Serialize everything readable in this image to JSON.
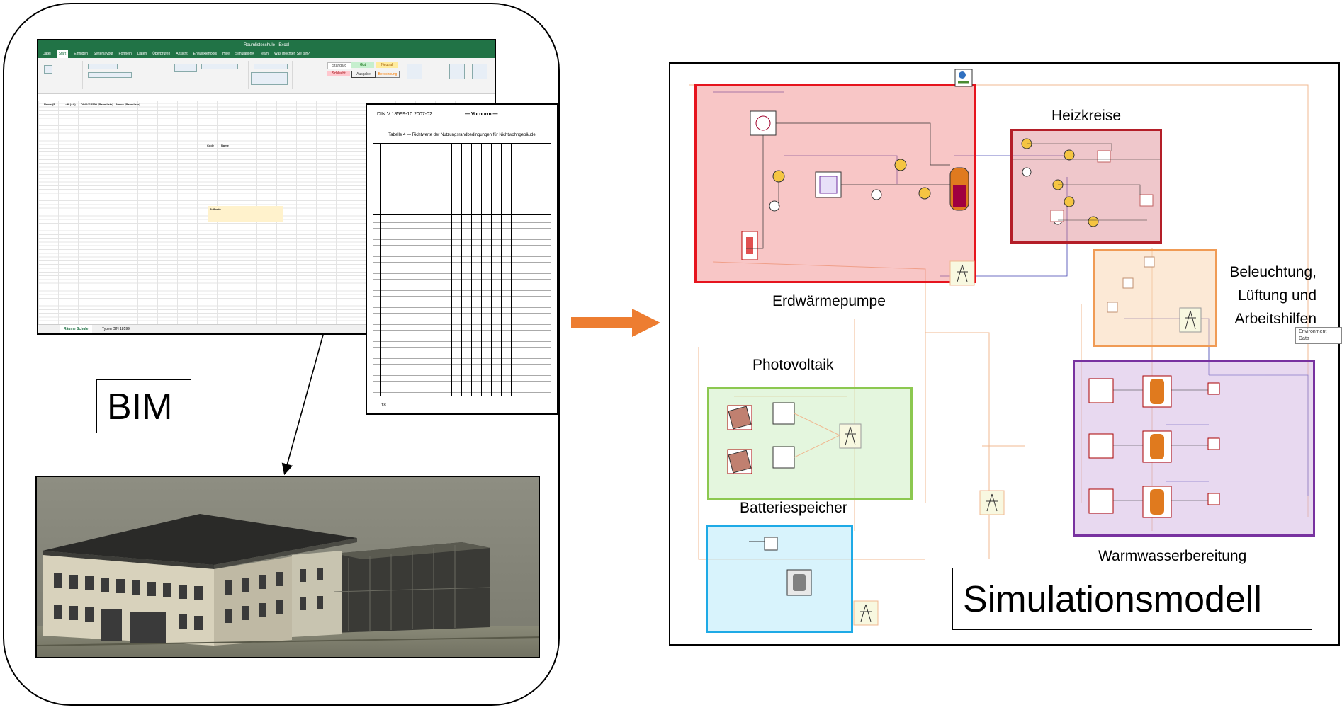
{
  "colors": {
    "heatpump": "#e6141e",
    "heating": "#b41e28",
    "lighting": "#f09b55",
    "pv": "#8cc850",
    "battery": "#1eaae6",
    "hotwater": "#7832a0",
    "arrow": "#ed7d31",
    "excel_green": "#217346"
  },
  "left": {
    "bim_label": "BIM",
    "excel": {
      "title": "Raumlisteschule - Excel",
      "menu": [
        "Datei",
        "Start",
        "Einfügen",
        "Seitenlayout",
        "Formeln",
        "Daten",
        "Überprüfen",
        "Ansicht",
        "Entwicklertools",
        "Hilfe",
        "SimulationX",
        "Team",
        "Was möchten Sie tun?"
      ],
      "active_menu": "Start",
      "styles": [
        "Standard",
        "Gut",
        "Neutral",
        "Schlecht",
        "Ausgabe",
        "Berechnung"
      ],
      "headers": [
        "Name (P...",
        "Luft (Ait)",
        "DIN V 18599 (Raumliste)",
        "Name (Raumliste)"
      ],
      "tabs": [
        "Räume Schule",
        "Typen DIN 18599"
      ],
      "active_tab": "Räume Schule",
      "note_title": "Fußnote",
      "codes_header": [
        "Code",
        "Name"
      ]
    },
    "norm": {
      "doc": "DIN V 18599-10:2007-02",
      "draft": "— Vornorm —",
      "caption": "Tabelle 4 — Richtwerte der Nutzungsrandbedingungen für Nichtwohngebäude",
      "page": "18"
    }
  },
  "model": {
    "labels": {
      "heatpump": "Erdwärmepumpe",
      "heating": "Heizkreise",
      "lighting": "Beleuchtung,\nLüftung und\nArbeitshilfen",
      "pv": "Photovoltaik",
      "battery": "Batteriespeicher",
      "hotwater": "Warmwasserbereitung"
    },
    "title": "Simulationsmodell",
    "env_tag": "Environment Data"
  }
}
